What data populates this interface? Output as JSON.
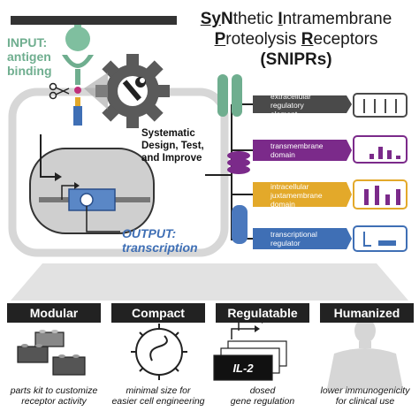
{
  "title": {
    "line1_parts": [
      {
        "t": "Sy",
        "u": true
      },
      {
        "t": "N",
        "u": false,
        "b": true
      },
      {
        "t": "thetic ",
        "u": false
      },
      {
        "t": "I",
        "u": true
      },
      {
        "t": "ntramembrane",
        "u": false
      }
    ],
    "line2_parts": [
      {
        "t": "P",
        "u": true
      },
      {
        "t": "roteolysis ",
        "u": false
      },
      {
        "t": "R",
        "u": true
      },
      {
        "t": "eceptors ",
        "u": false
      },
      {
        "t": "(SNIPRs)",
        "u": false,
        "b": true
      }
    ]
  },
  "left_panel": {
    "input_label": "INPUT:",
    "input_sub1": "antigen",
    "input_sub2": "binding",
    "output_label": "OUTPUT:",
    "output_sub": "transcription"
  },
  "center": {
    "design_line1": "Systematic",
    "design_line2": "Design, Test,",
    "design_line3": "and Improve"
  },
  "domains": [
    {
      "line1": "extracellular",
      "line2": "regulatory",
      "line3": "element",
      "color": "#4a4a4a"
    },
    {
      "line1": "transmembrane",
      "line2": "domain",
      "line3": "",
      "color": "#7b2a8a"
    },
    {
      "line1": "intracellular",
      "line2": "juxtamembrane",
      "line3": "domain",
      "color": "#e3a92a"
    },
    {
      "line1": "transcriptional",
      "line2": "regulator",
      "line3": "",
      "color": "#3f6fb5"
    }
  ],
  "features": [
    {
      "label": "Modular",
      "cap1": "parts kit to customize",
      "cap2": "receptor activity"
    },
    {
      "label": "Compact",
      "cap1": "minimal size for",
      "cap2": "easier cell engineering"
    },
    {
      "label": "Regulatable",
      "cap1": "dosed",
      "cap2": "gene regulation"
    },
    {
      "label": "Humanized",
      "cap1": "lower immunogenicity",
      "cap2": "for clinical use"
    }
  ],
  "il2_label": "IL-2",
  "colors": {
    "green": "#6fae8f",
    "blue": "#3f6fb5",
    "purple": "#7b2a8a",
    "yellow": "#e3a92a",
    "dark": "#222222",
    "grey_light": "#d9d9d9"
  }
}
